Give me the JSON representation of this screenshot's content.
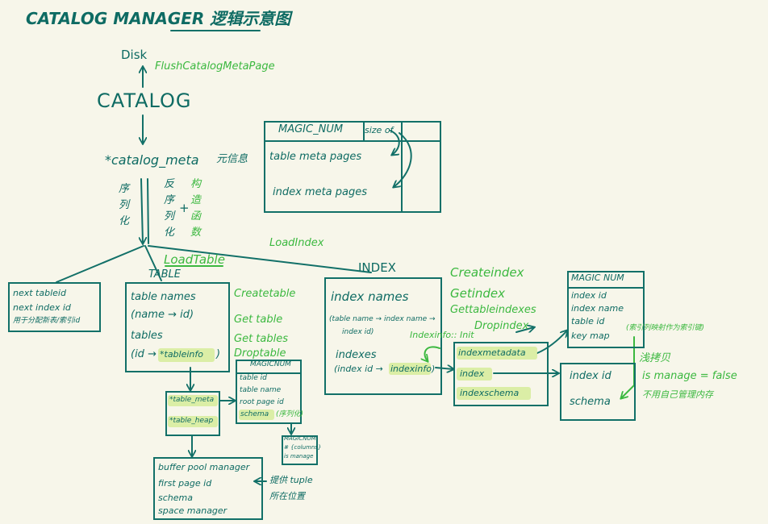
{
  "title": "CATALOG MANAGER 逻辑示意图",
  "disk": "Disk",
  "flush_label": "FlushCatalogMetaPage",
  "catalog": "CATALOG",
  "catalog_meta": "*catalog_meta",
  "catalog_meta_note": "元信息",
  "serialize": [
    "序",
    "列",
    "化"
  ],
  "deserialize": [
    "反",
    "序",
    "列",
    "化"
  ],
  "plus": "+",
  "construct": [
    "构",
    "造",
    "函",
    "数"
  ],
  "meta_box": {
    "magic": "MAGIC_NUM",
    "size": "size of",
    "table_pages": "table meta pages",
    "index_pages": "index meta pages"
  },
  "load_index": "LoadIndex",
  "load_table": "LoadTable",
  "next_box": {
    "line1": "next tableid",
    "line2": "next index id",
    "line3": "用于分配新表/索引id"
  },
  "table_box": {
    "header": "TABLE",
    "l1": "table names",
    "l2": "(name → id)",
    "l3": "tables",
    "l4_pre": "(id →",
    "l4_hl": "*tableinfo",
    "l4_post": ")"
  },
  "table_ops": [
    "Createtable",
    "Get table",
    "Get tables",
    "Droptable"
  ],
  "table_info": {
    "meta": "*table_meta",
    "heap": "*table_heap"
  },
  "table_meta_box": {
    "magic": "MAGICNUM",
    "rows": [
      "table id",
      "table name",
      "root page id"
    ],
    "schema": "schema",
    "schema_note": "(序列化)"
  },
  "schema_box": {
    "magic": "MAGICNUM",
    "cols": "# {columns}",
    "manage": "is manage"
  },
  "bpm_box": {
    "rows": [
      "buffer pool manager",
      "first page id",
      "schema",
      "space manager"
    ]
  },
  "tuple_note": [
    "提供 tuple",
    "所在位置"
  ],
  "index_box": {
    "header": "INDEX",
    "names": "index names",
    "map": "(table name → index name →",
    "map2": "index id)",
    "indexes": "indexes",
    "idx_pre": "(index id →",
    "idx_hl": "indexinfo",
    "idx_post": ")"
  },
  "index_ops": [
    "Createindex",
    "Getindex",
    "Gettableindexes"
  ],
  "init": "Indexinfo:: Init",
  "drop_index": "Dropindex",
  "index_info": {
    "meta": "indexmetadata",
    "index": "index",
    "schema": "indexschema"
  },
  "index_meta_box": {
    "magic": "MAGIC NUM",
    "rows": [
      "index id",
      "index name",
      "table id",
      "key map"
    ]
  },
  "keymap_note": "(索引列映射作为索引键)",
  "index_schema_box": {
    "l1": "index id",
    "l2": "schema"
  },
  "shallow_note": [
    "浅拷贝",
    "is manage = false",
    "不用自己管理内存"
  ],
  "colors": {
    "ink": "#127068",
    "green": "#3bb83f",
    "highlight": "#d6ec9a",
    "paper": "#f7f6ea"
  }
}
